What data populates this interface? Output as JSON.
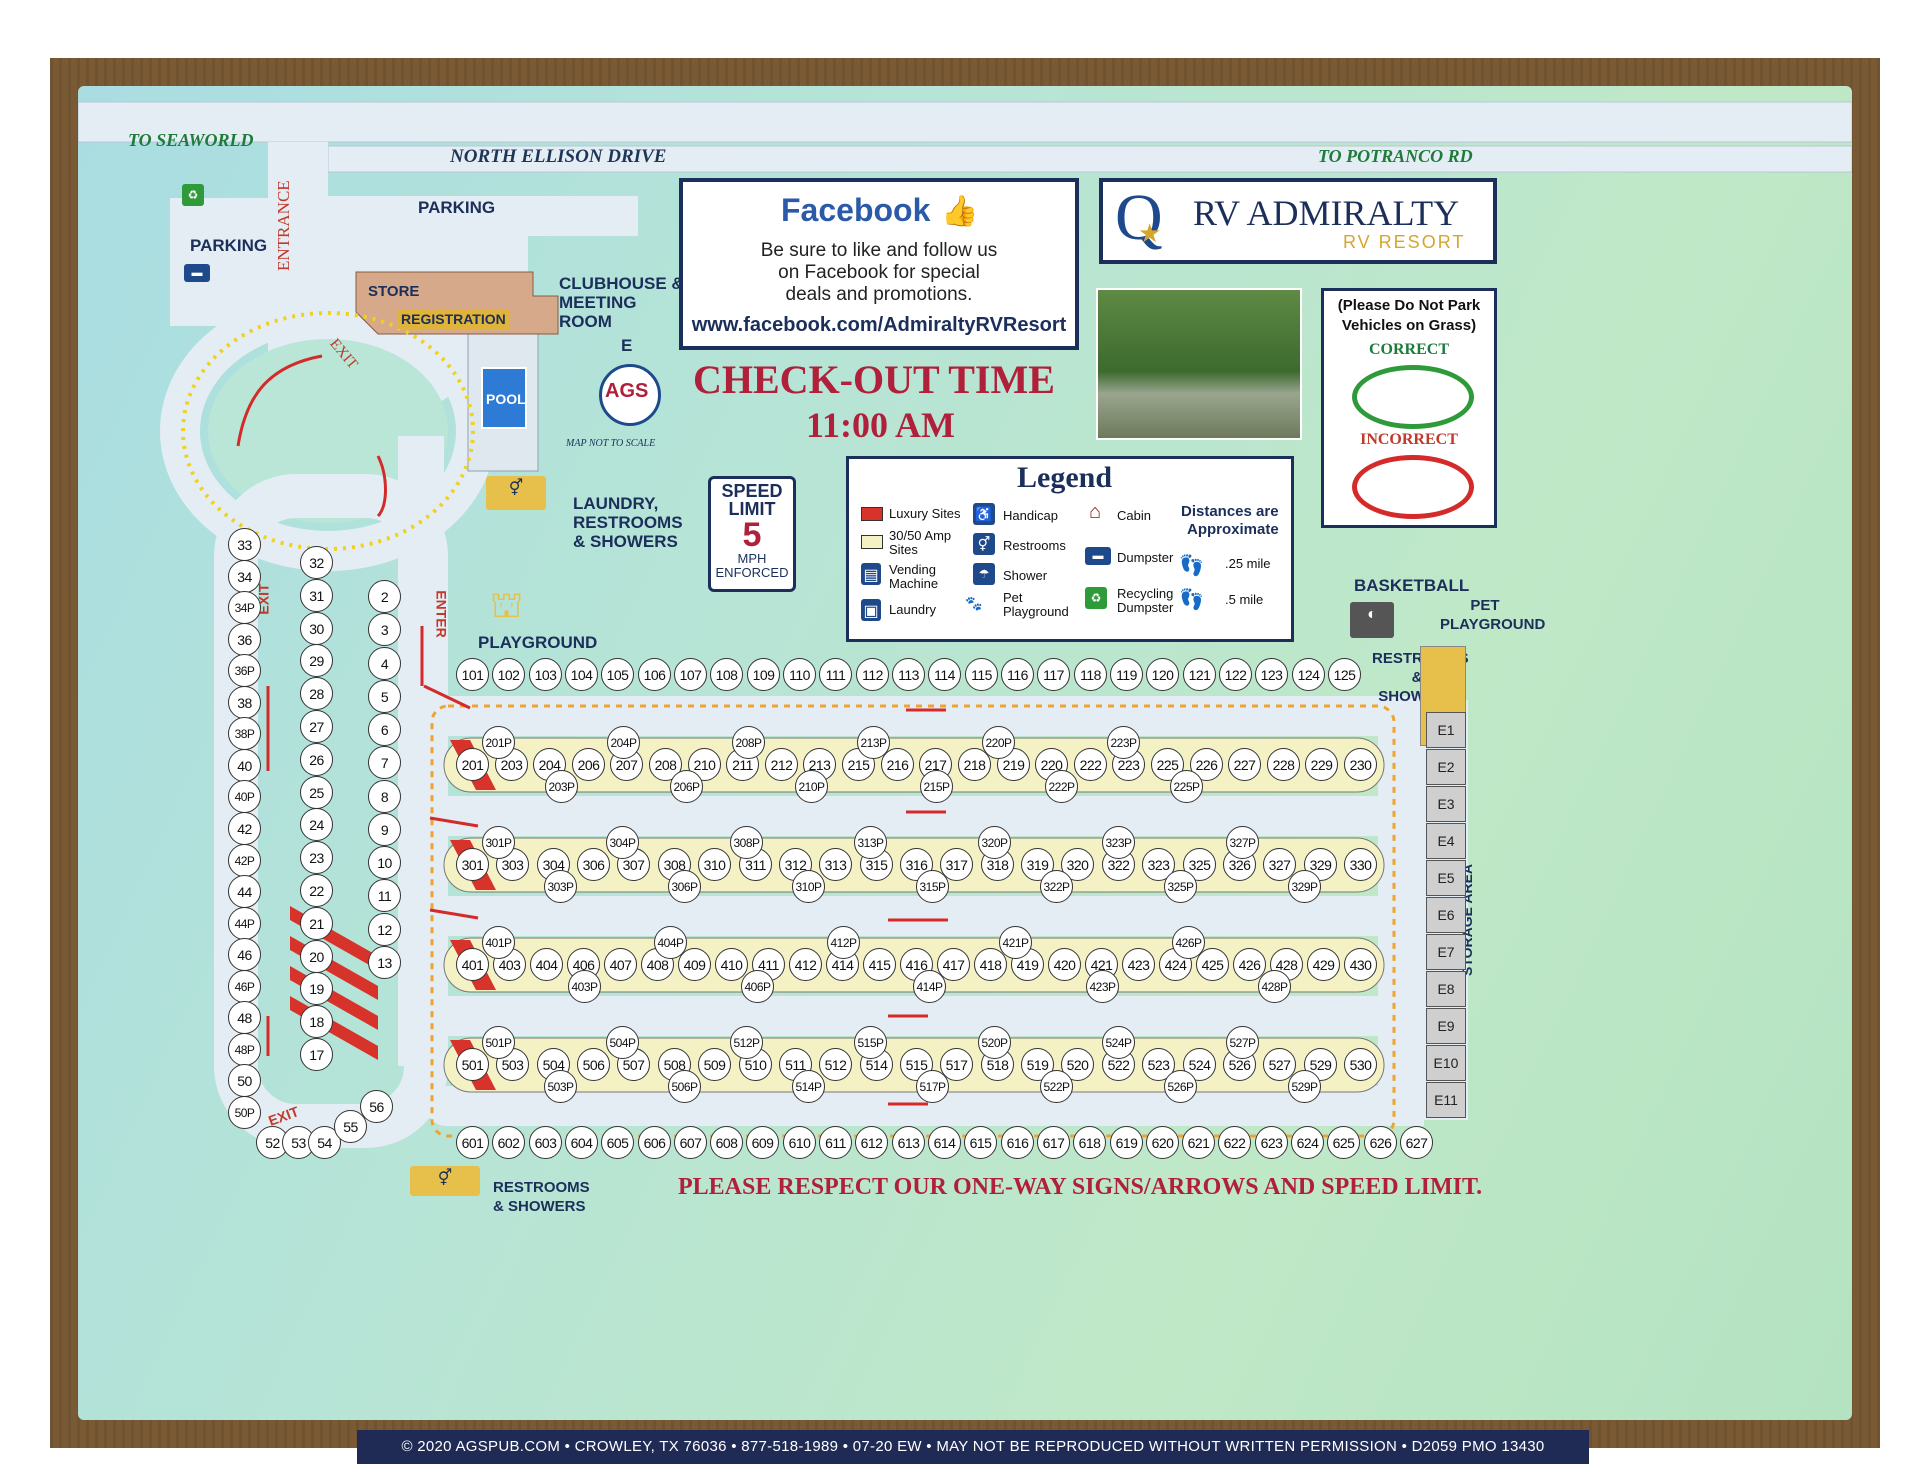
{
  "roads": {
    "to_seaworld": "TO SEAWORLD",
    "north_ellison": "NORTH ELLISON DRIVE",
    "to_potranco": "TO POTRANCO RD",
    "entrance": "ENTRANCE",
    "exit_top": "EXIT",
    "exit_left": "EXIT",
    "exit_bottom": "EXIT",
    "enter": "ENTER"
  },
  "labels": {
    "parking_top": "PARKING",
    "parking_left": "PARKING",
    "store": "STORE",
    "registration": "REGISTRATION",
    "clubhouse": "CLUBHOUSE & MEETING ROOM",
    "pool": "POOL",
    "laundry": "LAUNDRY, RESTROOMS & SHOWERS",
    "playground": "PLAYGROUND",
    "basketball": "BASKETBALL",
    "pet_playground": "PET PLAYGROUND",
    "restrooms_right": "RESTROOMS & SHOWERS",
    "restrooms_bottom": "RESTROOMS & SHOWERS",
    "storage_area": "STORAGE AREA",
    "map_not_to_scale": "MAP NOT TO SCALE",
    "compass_letter": "E",
    "compass_logo": "AGS"
  },
  "facebook": {
    "title": "Facebook",
    "line1": "Be sure to like and follow us",
    "line2": "on Facebook for special",
    "line3": "deals and promotions.",
    "url": "www.facebook.com/AdmiraltyRVResort"
  },
  "brand": {
    "name": "RV ADMIRALTY",
    "sub": "RV RESORT",
    "initial": "Q"
  },
  "checkout": {
    "title": "CHECK-OUT TIME",
    "time": "11:00 AM"
  },
  "speed": {
    "line1": "SPEED",
    "line2": "LIMIT",
    "value": "5",
    "line3": "MPH",
    "line4": "ENFORCED"
  },
  "grass_notice": {
    "title_line1": "(Please Do Not Park",
    "title_line2": "Vehicles on Grass)",
    "correct": "CORRECT",
    "incorrect": "INCORRECT"
  },
  "legend": {
    "title": "Legend",
    "luxury": "Luxury Sites",
    "amp_1": "30/50 Amp",
    "amp_2": "Sites",
    "vending_1": "Vending",
    "vending_2": "Machine",
    "laundry": "Laundry",
    "handicap": "Handicap",
    "restrooms": "Restrooms",
    "shower": "Shower",
    "pet_1": "Pet",
    "pet_2": "Playground",
    "cabin": "Cabin",
    "dumpster": "Dumpster",
    "recycling_1": "Recycling",
    "recycling_2": "Dumpster",
    "distances_1": "Distances are",
    "distances_2": "Approximate",
    "quarter_mile": ".25 mile",
    "half_mile": ".5 mile"
  },
  "respect": "PLEASE RESPECT OUR ONE-WAY SIGNS/ARROWS AND SPEED LIMIT.",
  "footer": "© 2020 AGSPUB.COM  •  CROWLEY, TX 76036  •  877-518-1989  •  07-20 EW  •  MAY NOT BE REPRODUCED WITHOUT WRITTEN PERMISSION  •  D2059 PMO 13430",
  "colors": {
    "map_bg": "#b6e4d6",
    "road": "#e6eef5",
    "site_strip": "#f4f1c4",
    "luxury": "#d8332b",
    "accent_navy": "#1b2f5a",
    "arrow_red": "#d42a2a",
    "check_out_red": "#b0203a"
  },
  "row100": [
    "101",
    "102",
    "103",
    "104",
    "105",
    "106",
    "107",
    "108",
    "109",
    "110",
    "111",
    "112",
    "113",
    "114",
    "115",
    "116",
    "117",
    "118",
    "119",
    "120",
    "121",
    "122",
    "123",
    "124",
    "125"
  ],
  "row200": [
    "201",
    "203",
    "204",
    "206",
    "207",
    "208",
    "210",
    "211",
    "212",
    "213",
    "215",
    "216",
    "217",
    "218",
    "219",
    "220",
    "222",
    "223",
    "225",
    "226",
    "227",
    "228",
    "229",
    "230"
  ],
  "row200p": [
    "201P",
    "203P",
    "204P",
    "206P",
    "208P",
    "210P",
    "213P",
    "215P",
    "220P",
    "222P",
    "223P",
    "225P"
  ],
  "row300": [
    "301",
    "303",
    "304",
    "306",
    "307",
    "308",
    "310",
    "311",
    "312",
    "313",
    "315",
    "316",
    "317",
    "318",
    "319",
    "320",
    "322",
    "323",
    "325",
    "326",
    "327",
    "329",
    "330"
  ],
  "row300p": [
    "301P",
    "303P",
    "304P",
    "306P",
    "308P",
    "310P",
    "313P",
    "315P",
    "320P",
    "322P",
    "323P",
    "325P",
    "327P",
    "329P"
  ],
  "row400": [
    "401",
    "403",
    "404",
    "406",
    "407",
    "408",
    "409",
    "410",
    "411",
    "412",
    "414",
    "415",
    "416",
    "417",
    "418",
    "419",
    "420",
    "421",
    "423",
    "424",
    "425",
    "426",
    "428",
    "429",
    "430"
  ],
  "row400p": [
    "401P",
    "403P",
    "404P",
    "406P",
    "412P",
    "414P",
    "421P",
    "423P",
    "426P",
    "428P"
  ],
  "row500": [
    "501",
    "503",
    "504",
    "506",
    "507",
    "508",
    "509",
    "510",
    "511",
    "512",
    "514",
    "515",
    "517",
    "518",
    "519",
    "520",
    "522",
    "523",
    "524",
    "526",
    "527",
    "529",
    "530"
  ],
  "row500p": [
    "501P",
    "503P",
    "504P",
    "506P",
    "512P",
    "514P",
    "515P",
    "517P",
    "520P",
    "522P",
    "524P",
    "526P",
    "527P",
    "529P"
  ],
  "row600": [
    "601",
    "602",
    "603",
    "604",
    "605",
    "606",
    "607",
    "608",
    "609",
    "610",
    "611",
    "612",
    "613",
    "614",
    "615",
    "616",
    "617",
    "618",
    "619",
    "620",
    "621",
    "622",
    "623",
    "624",
    "625",
    "626",
    "627"
  ],
  "left_outer": [
    "33",
    "34",
    "34P",
    "36",
    "36P",
    "38",
    "38P",
    "40",
    "40P",
    "42",
    "42P",
    "44",
    "44P",
    "46",
    "46P",
    "48",
    "48P",
    "50",
    "50P"
  ],
  "left_inner": [
    "32",
    "31",
    "30",
    "29",
    "28",
    "27",
    "26",
    "25",
    "24",
    "23",
    "22",
    "21",
    "20",
    "19",
    "18",
    "17"
  ],
  "right_inner": [
    "2",
    "3",
    "4",
    "5",
    "6",
    "7",
    "8",
    "9",
    "10",
    "11",
    "12",
    "13"
  ],
  "bottom_left": [
    "52",
    "53",
    "54",
    "55",
    "56"
  ],
  "storage": [
    "E1",
    "E2",
    "E3",
    "E4",
    "E5",
    "E6",
    "E7",
    "E8",
    "E9",
    "E10",
    "E11"
  ]
}
